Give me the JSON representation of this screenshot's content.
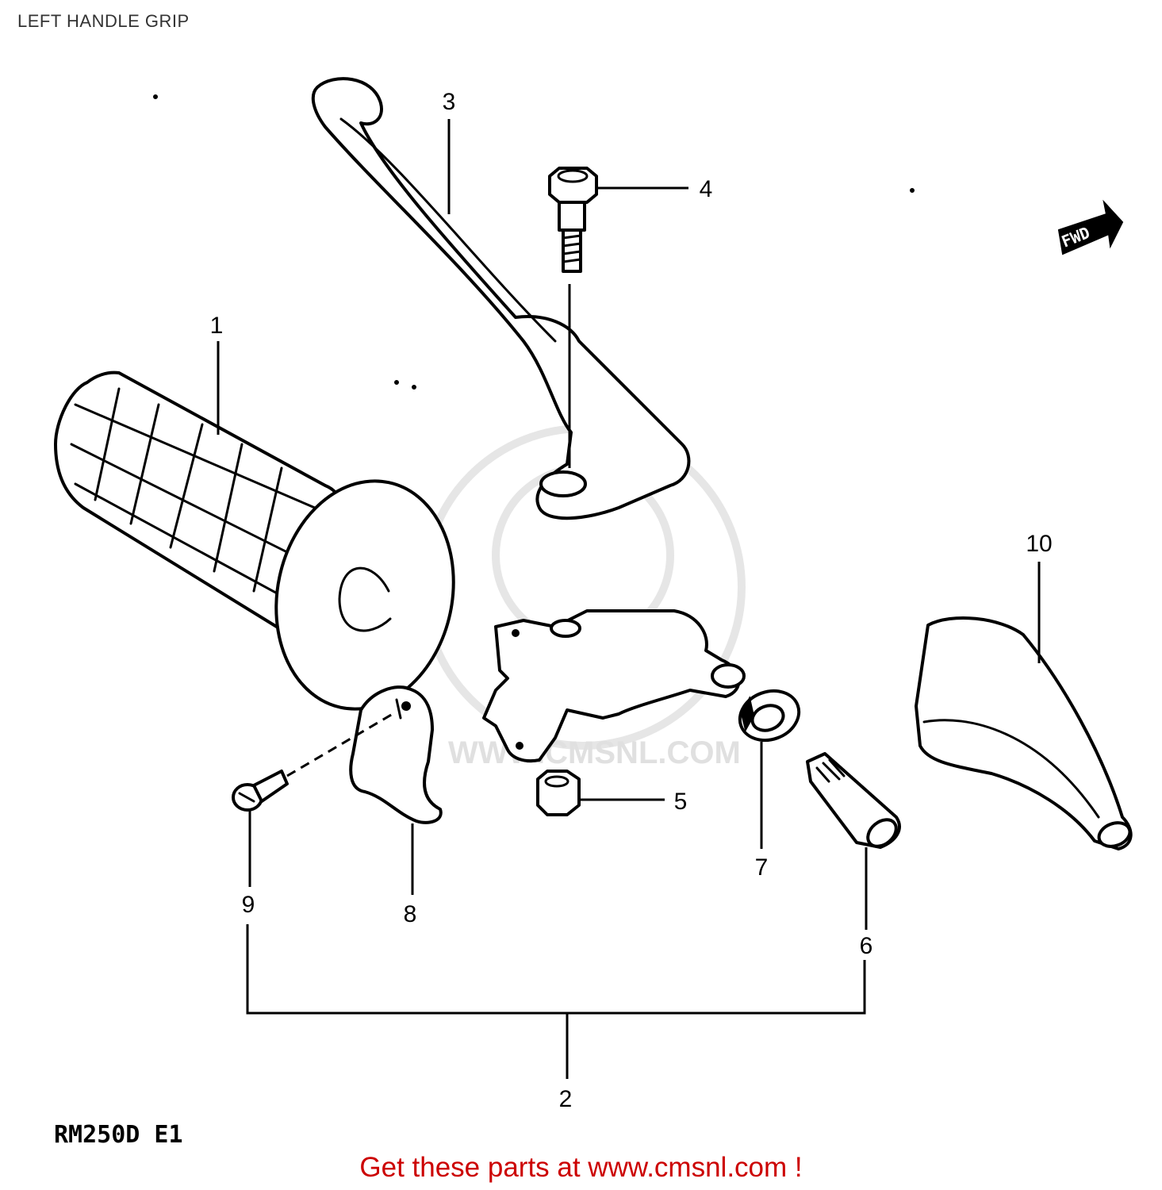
{
  "header": {
    "title": "LEFT HANDLE GRIP"
  },
  "diagram": {
    "fwd_label": "FWD",
    "model_code": "RM250D  E1",
    "watermark_text": "WWW.CMSNL.COM",
    "callouts": {
      "part_1": "1",
      "part_2": "2",
      "part_3": "3",
      "part_4": "4",
      "part_5": "5",
      "part_6": "6",
      "part_7": "7",
      "part_8": "8",
      "part_9": "9",
      "part_10": "10"
    },
    "icons": [
      "fwd-arrow-icon"
    ]
  },
  "footer": {
    "cta_text": "Get these parts at www.cmsnl.com !"
  }
}
